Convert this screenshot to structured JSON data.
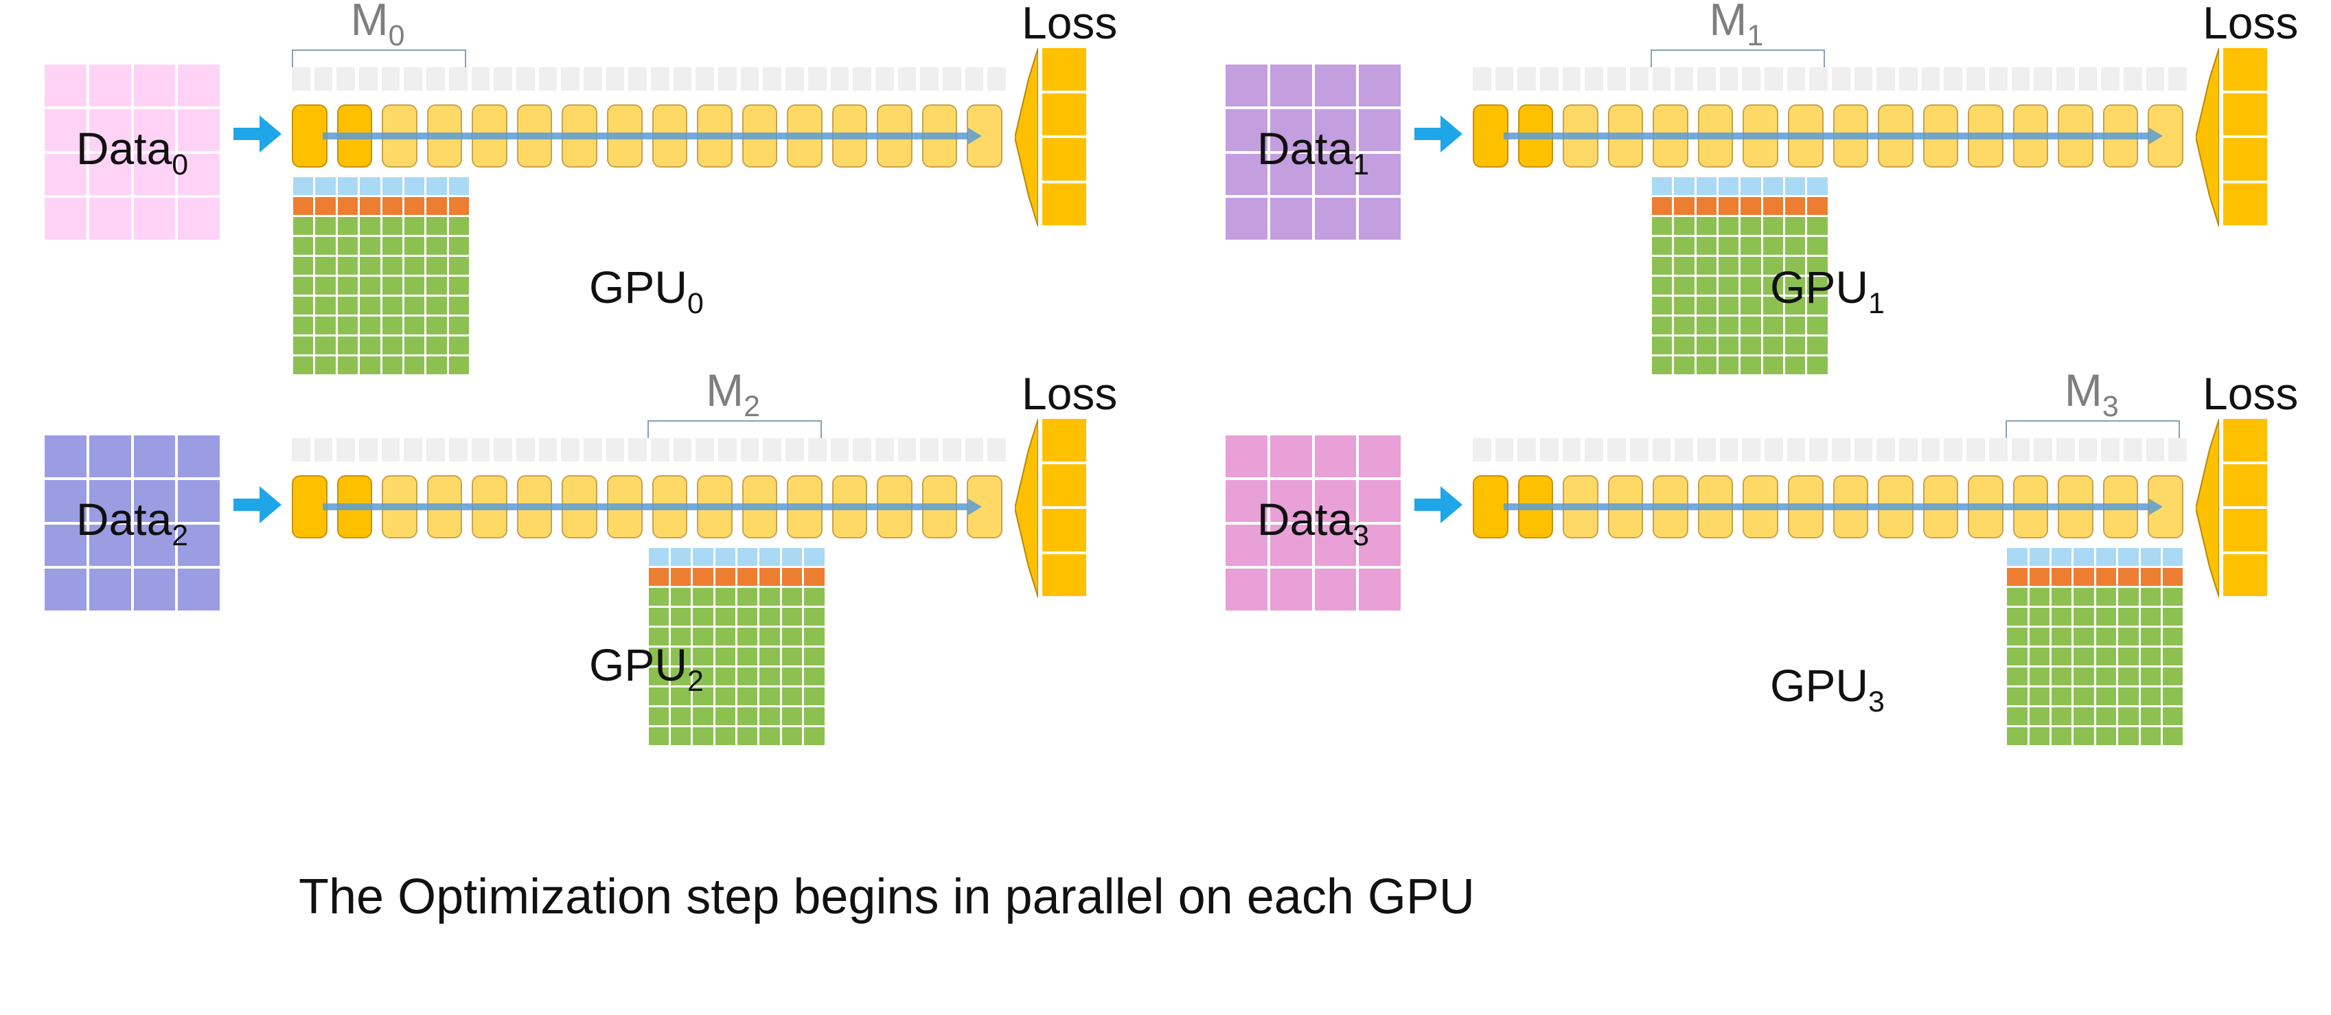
{
  "colors": {
    "gradient_light": "#a9d9f5",
    "gradient_accent": "#ed7d31",
    "optimizer_state": "#8cc152",
    "layer": "#ffd966",
    "layer_dark": "#ffc000",
    "loss": "#ffc000",
    "flow_arrow": "#5b9bd5",
    "input_arrow": "#1fa6e8"
  },
  "panels": [
    {
      "data_label": "Data",
      "data_sub": "0",
      "gpu_label": "GPU",
      "gpu_sub": "0",
      "m_label": "M",
      "m_sub": "0",
      "loss_label": "Loss",
      "data_color": "#ffd3f6",
      "shard_index": 0
    },
    {
      "data_label": "Data",
      "data_sub": "1",
      "gpu_label": "GPU",
      "gpu_sub": "1",
      "m_label": "M",
      "m_sub": "1",
      "loss_label": "Loss",
      "data_color": "#c39fe0",
      "shard_index": 1
    },
    {
      "data_label": "Data",
      "data_sub": "2",
      "gpu_label": "GPU",
      "gpu_sub": "2",
      "m_label": "M",
      "m_sub": "2",
      "loss_label": "Loss",
      "data_color": "#9b9de3",
      "shard_index": 2
    },
    {
      "data_label": "Data",
      "data_sub": "3",
      "gpu_label": "GPU",
      "gpu_sub": "3",
      "m_label": "M",
      "m_sub": "3",
      "loss_label": "Loss",
      "data_color": "#e8a0d6",
      "shard_index": 3
    }
  ],
  "caption": "The Optimization step begins in parallel on each GPU"
}
